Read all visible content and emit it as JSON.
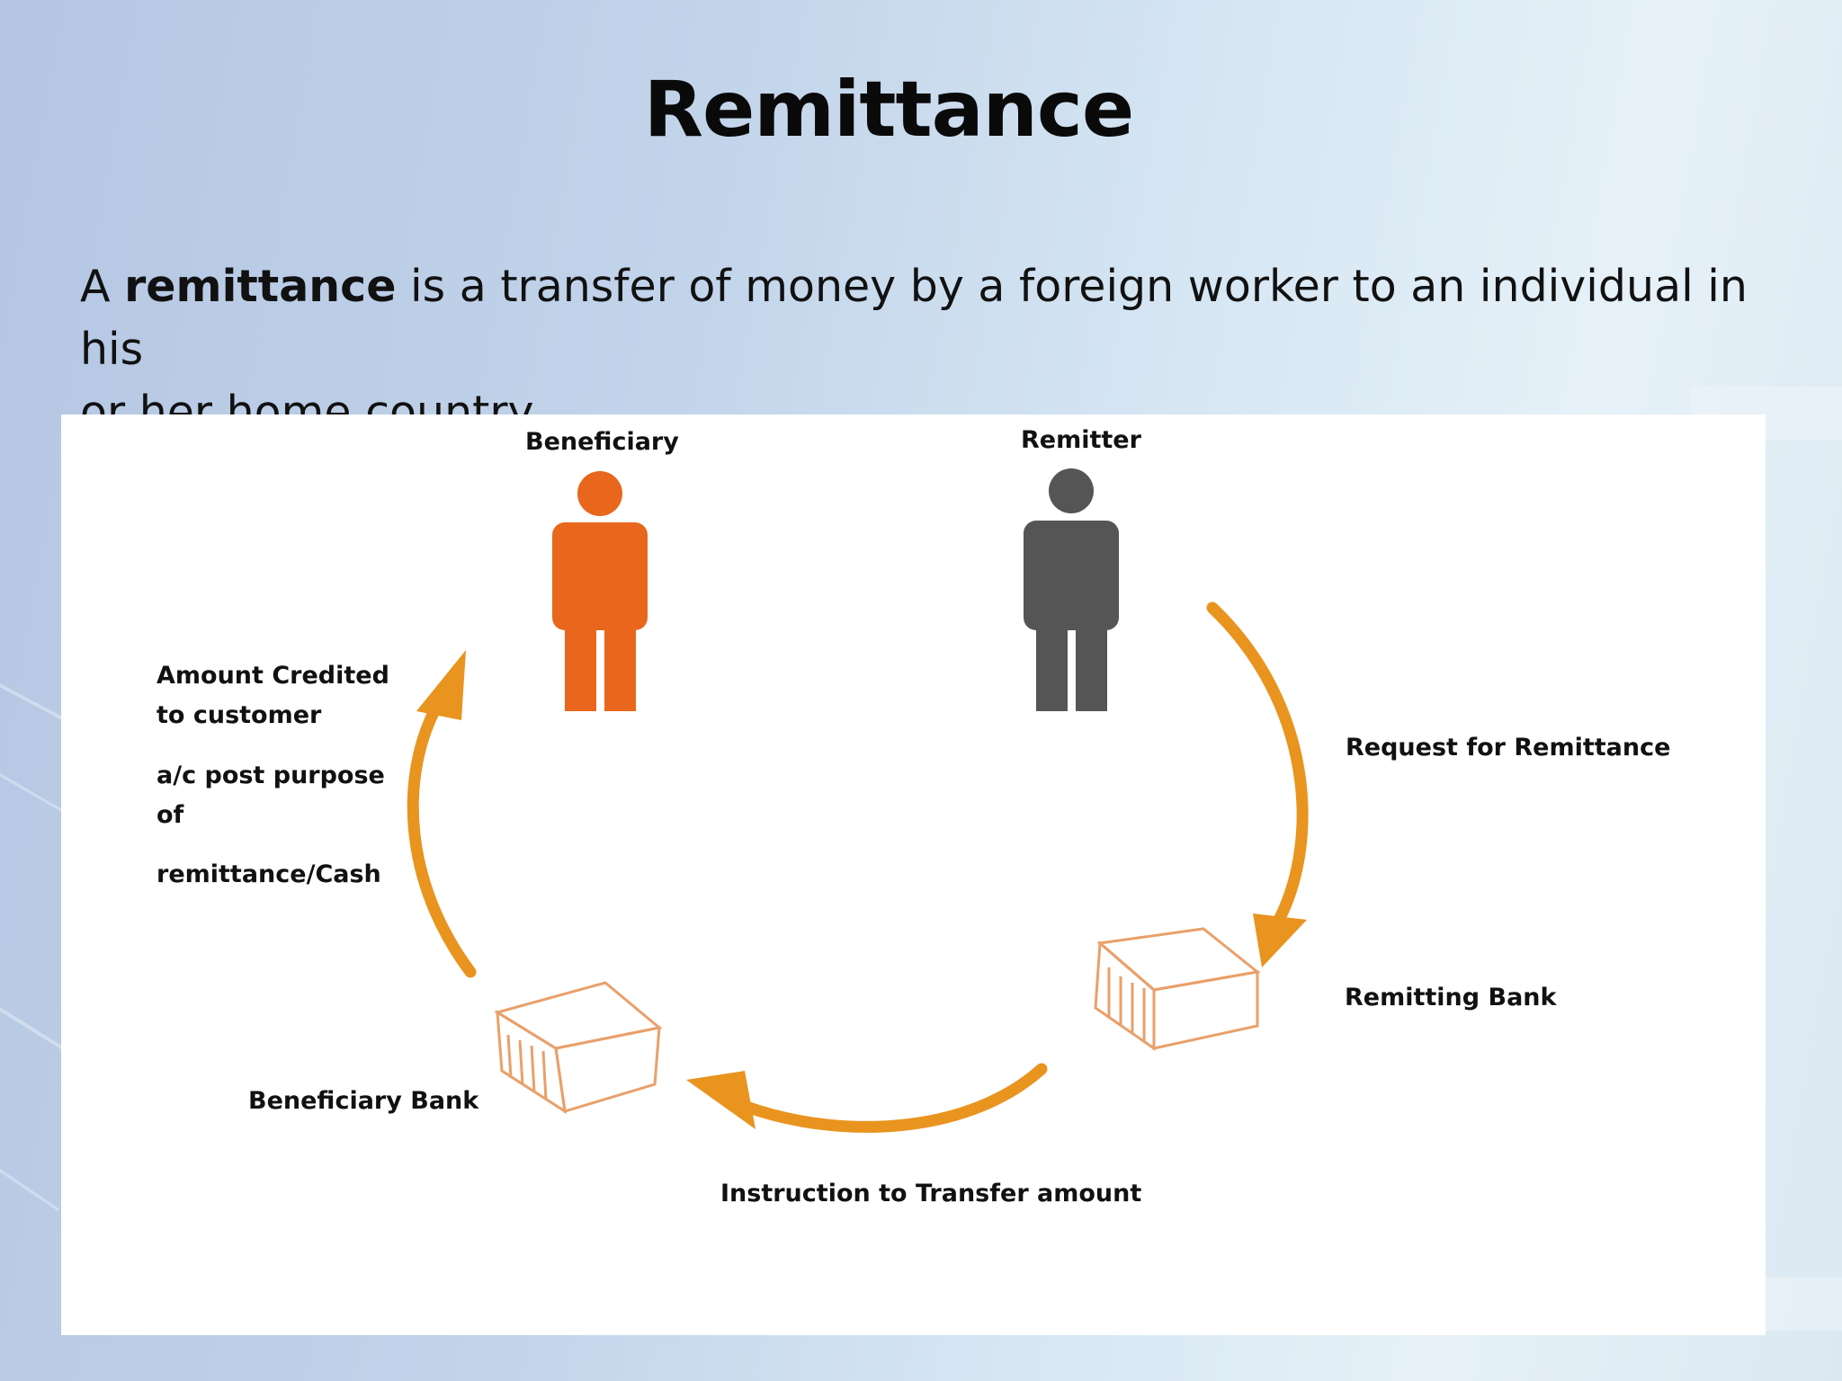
{
  "title": "Remittance",
  "definition": {
    "prefix": "A ",
    "term": "remittance",
    "rest_line1": " is a transfer of money by a foreign worker to an individual in his",
    "line2": "or her home country."
  },
  "diagram": {
    "beneficiary": "Beneficiary",
    "remitter": "Remitter",
    "amount_credited_line1": "Amount Credited",
    "amount_credited_line2": "to customer",
    "purpose_line1": "a/c post purpose",
    "purpose_line2": "of",
    "purpose_line3": "remittance/Cash",
    "request_for_remittance": "Request for Remittance",
    "remitting_bank": "Remitting Bank",
    "beneficiary_bank": "Beneficiary Bank",
    "instruction": "Instruction to Transfer amount"
  },
  "colors": {
    "beneficiary_figure": "#e8671c",
    "remitter_figure": "#555555",
    "arrow": "#e8941f",
    "bank_outline": "#e9a06a"
  },
  "icons": [
    "person-icon",
    "bank-building-icon",
    "curved-arrow-icon"
  ]
}
